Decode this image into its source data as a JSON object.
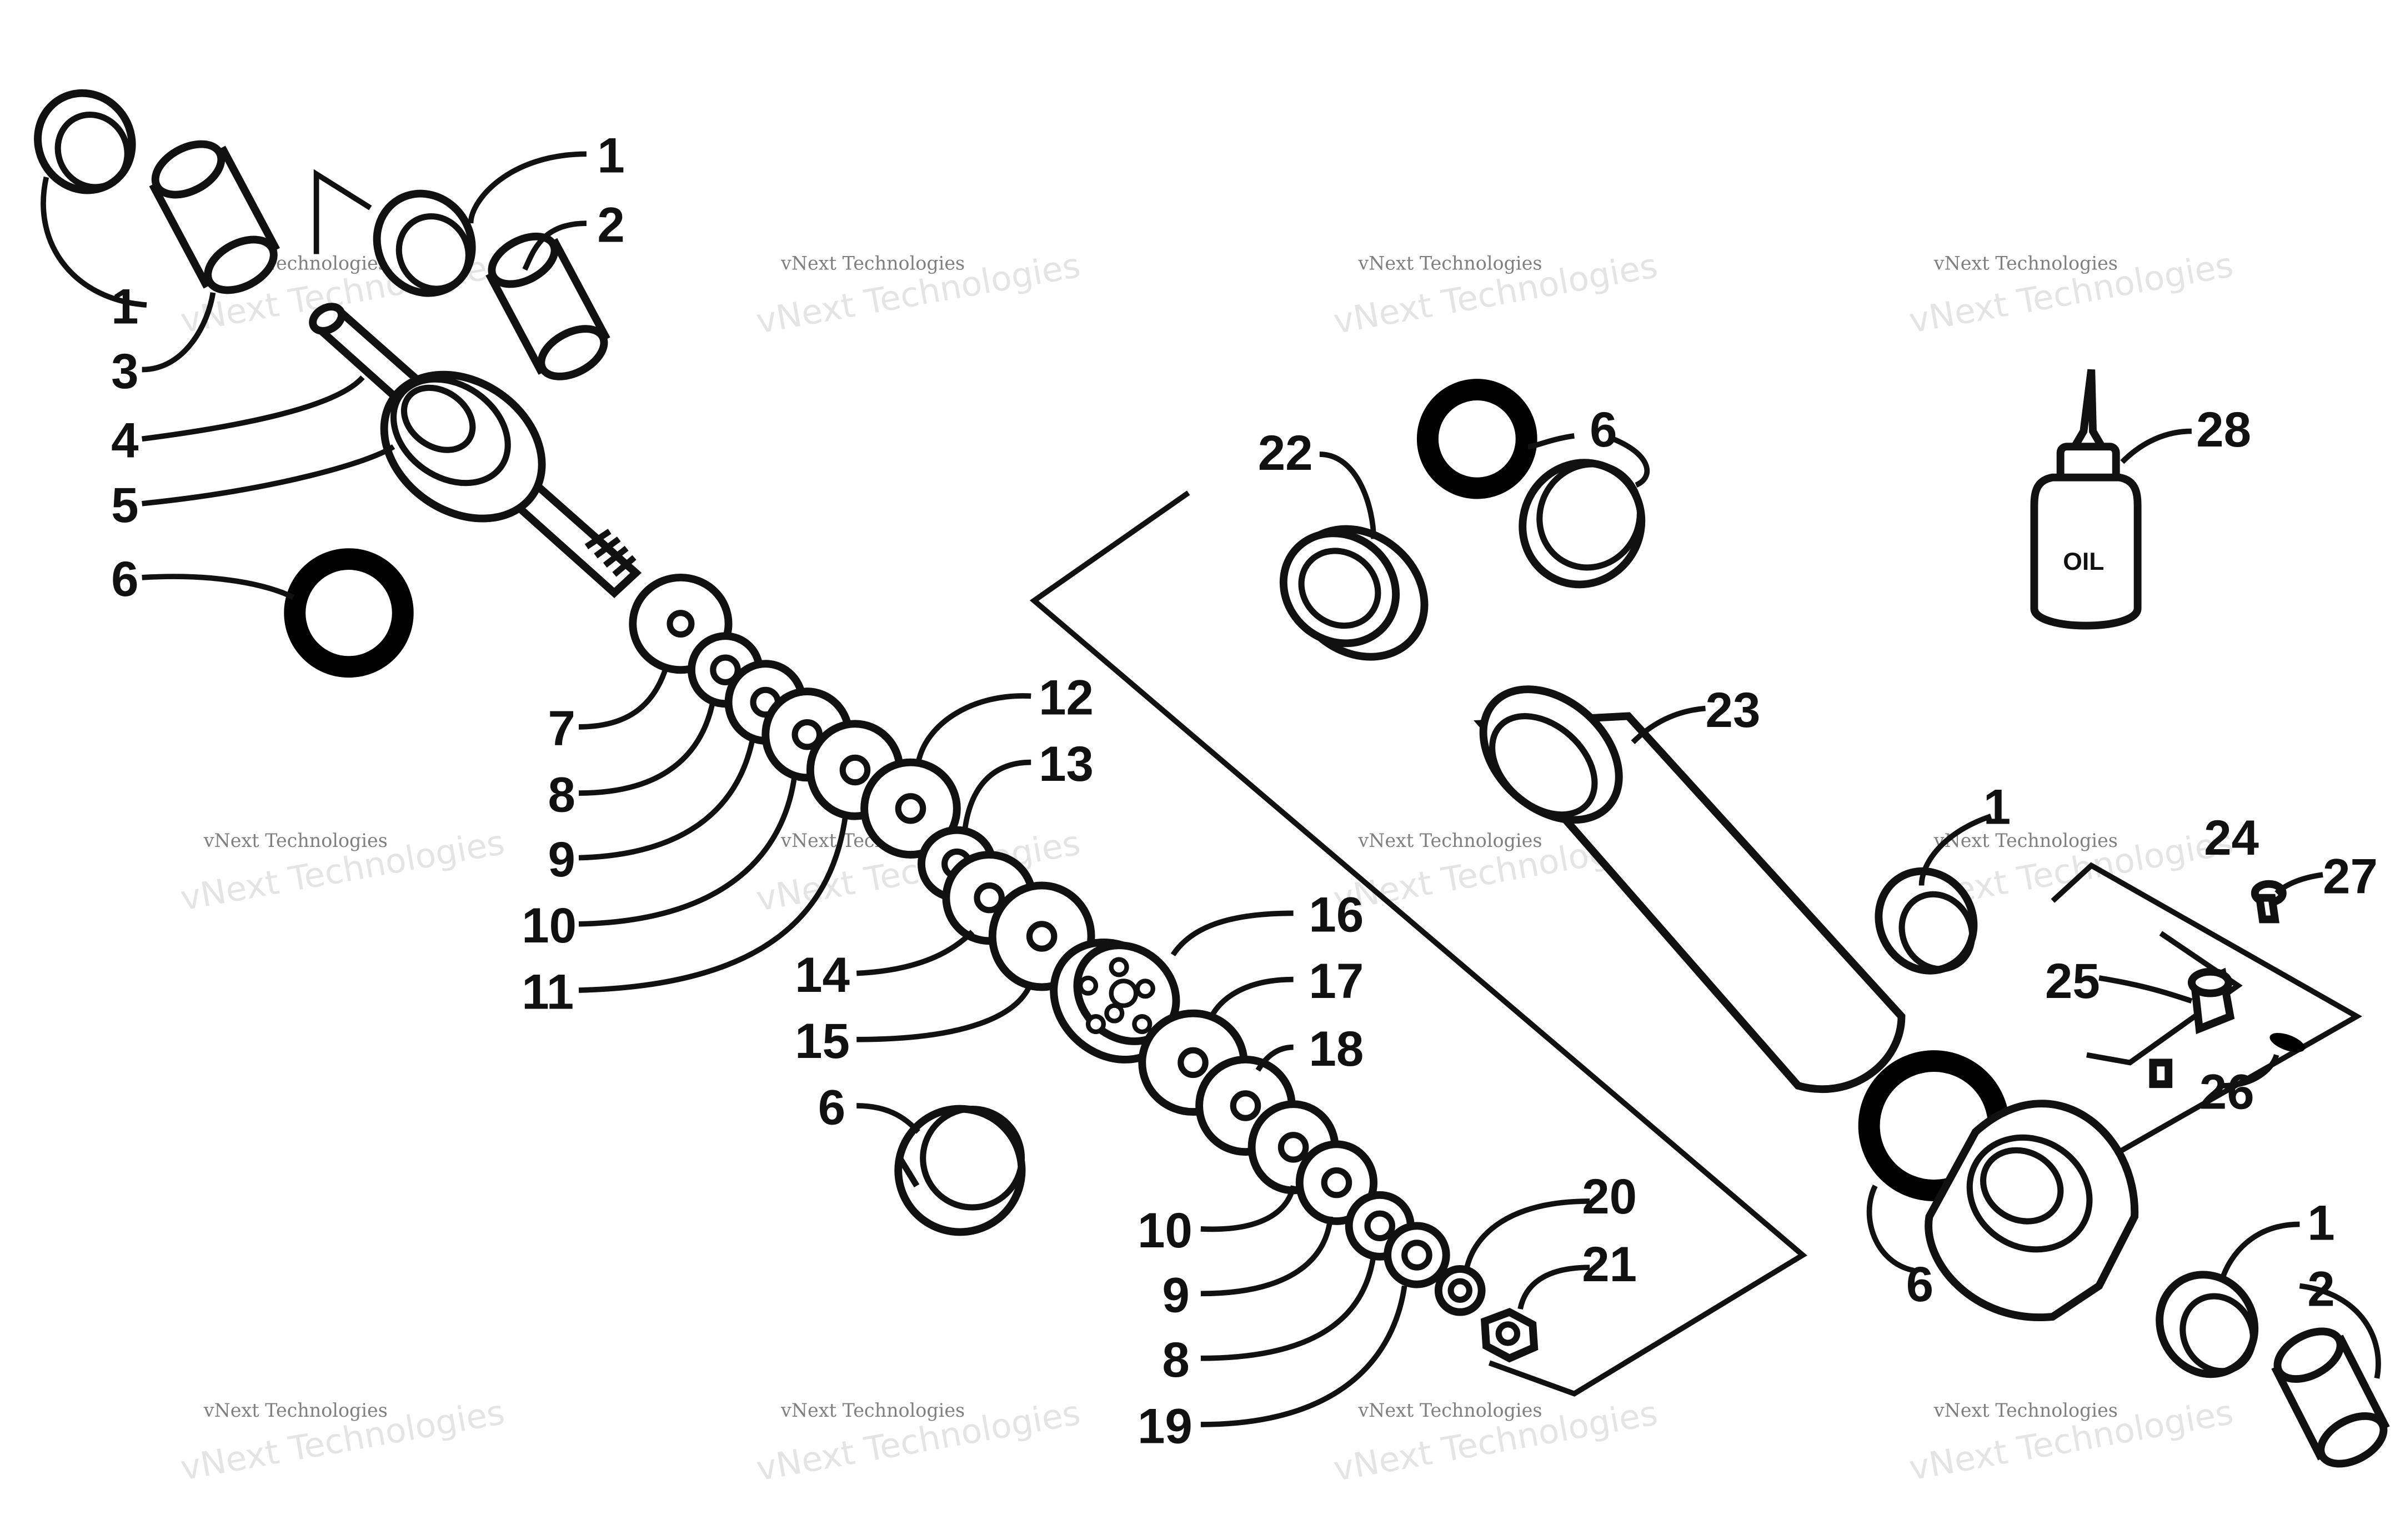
{
  "callouts": {
    "c1a": "1",
    "c1b": "1",
    "c1c": "1",
    "c1d": "1",
    "c2a": "2",
    "c2b": "2",
    "c3": "3",
    "c4": "4",
    "c5": "5",
    "c6a": "6",
    "c6b": "6",
    "c6c": "6",
    "c6d": "6",
    "c7": "7",
    "c8a": "8",
    "c8b": "8",
    "c9a": "9",
    "c9b": "9",
    "c10a": "10",
    "c10b": "10",
    "c11": "11",
    "c12": "12",
    "c13": "13",
    "c14": "14",
    "c15": "15",
    "c16": "16",
    "c17": "17",
    "c18": "18",
    "c19": "19",
    "c20": "20",
    "c21": "21",
    "c22": "22",
    "c23": "23",
    "c24": "24",
    "c25": "25",
    "c26": "26",
    "c27": "27",
    "c28": "28"
  },
  "oil_bottle_label": "OIL",
  "watermark": {
    "logo_text": "vNext Technologies",
    "caption": "vNext Technologies"
  }
}
